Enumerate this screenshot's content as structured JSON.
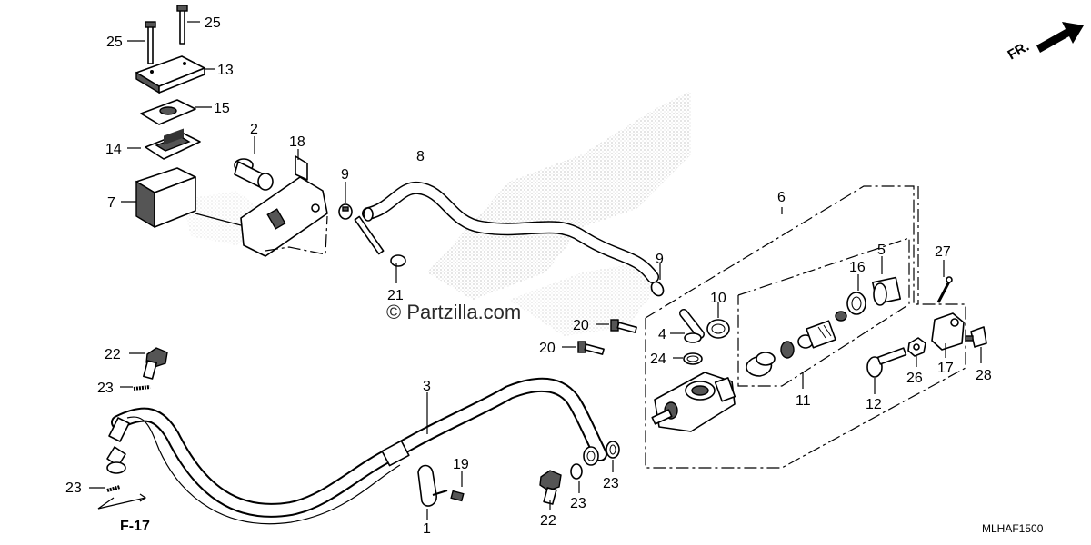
{
  "diagram": {
    "callouts": [
      {
        "id": "c25a",
        "text": "25"
      },
      {
        "id": "c25b",
        "text": "25"
      },
      {
        "id": "c13",
        "text": "13"
      },
      {
        "id": "c15",
        "text": "15"
      },
      {
        "id": "c14",
        "text": "14"
      },
      {
        "id": "c7",
        "text": "7"
      },
      {
        "id": "c2",
        "text": "2"
      },
      {
        "id": "c18",
        "text": "18"
      },
      {
        "id": "c9a",
        "text": "9"
      },
      {
        "id": "c8",
        "text": "8"
      },
      {
        "id": "c21",
        "text": "21"
      },
      {
        "id": "c6",
        "text": "6"
      },
      {
        "id": "c9b",
        "text": "9"
      },
      {
        "id": "c10",
        "text": "10"
      },
      {
        "id": "c4",
        "text": "4"
      },
      {
        "id": "c24",
        "text": "24"
      },
      {
        "id": "c20a",
        "text": "20"
      },
      {
        "id": "c20b",
        "text": "20"
      },
      {
        "id": "c5",
        "text": "5"
      },
      {
        "id": "c16",
        "text": "16"
      },
      {
        "id": "c27",
        "text": "27"
      },
      {
        "id": "c26",
        "text": "26"
      },
      {
        "id": "c17",
        "text": "17"
      },
      {
        "id": "c28",
        "text": "28"
      },
      {
        "id": "c12",
        "text": "12"
      },
      {
        "id": "c11",
        "text": "11"
      },
      {
        "id": "c22a",
        "text": "22"
      },
      {
        "id": "c23a",
        "text": "23"
      },
      {
        "id": "c3",
        "text": "3"
      },
      {
        "id": "c19",
        "text": "19"
      },
      {
        "id": "c23b",
        "text": "23"
      },
      {
        "id": "c1",
        "text": "1"
      },
      {
        "id": "c22b",
        "text": "22"
      },
      {
        "id": "c23c",
        "text": "23"
      },
      {
        "id": "c23d",
        "text": "23"
      }
    ],
    "reference": "F-17",
    "direction": "FR.",
    "watermark": "© Partzilla.com",
    "diagram_code": "MLHAF1500"
  }
}
